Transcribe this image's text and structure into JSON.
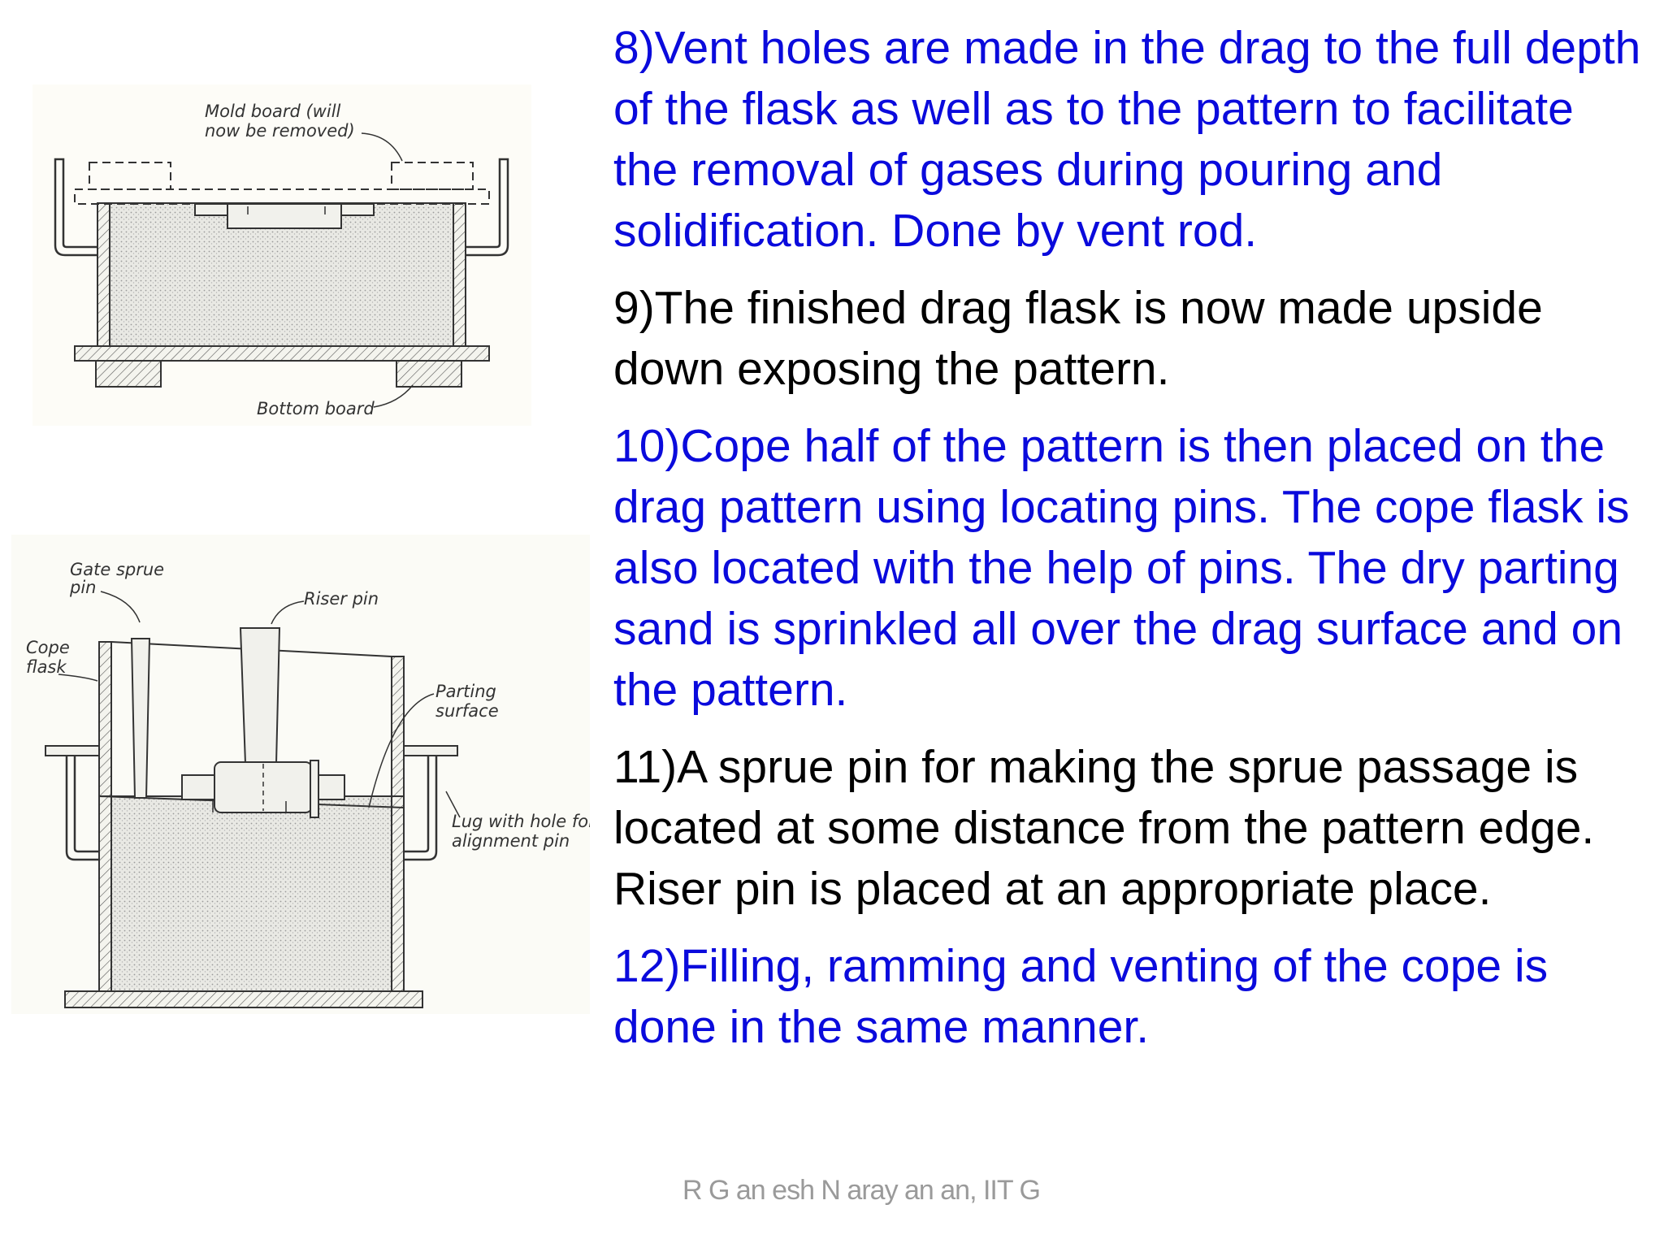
{
  "figure1": {
    "labels": {
      "mold_board": "Mold board (will",
      "mold_board_2": "now be removed)",
      "bottom_board": "Bottom board"
    }
  },
  "figure2": {
    "labels": {
      "gate_sprue": "Gate sprue",
      "gate_sprue_2": "pin",
      "riser_pin": "Riser pin",
      "cope": "Cope",
      "cope_2": "flask",
      "parting": "Parting",
      "parting_2": "surface",
      "lug": "Lug with hole for",
      "lug_2": "alignment pin"
    }
  },
  "steps": [
    {
      "text": "8)Vent holes are made in the drag to the full depth of the flask as well as to the pattern to facilitate the removal of gases during pouring and solidification. Done by vent rod.",
      "color": "#0a0adc"
    },
    {
      "text": "9)The finished drag flask is now made upside down exposing the pattern.",
      "color": "#000000"
    },
    {
      "text": "10)Cope half of the pattern is then placed on the drag pattern using locating pins. The cope flask is also located with the help of pins. The dry parting sand is sprinkled all over the drag surface and on the pattern.",
      "color": "#0a0adc"
    },
    {
      "text": "11)A sprue pin for making the sprue passage is located at some distance from the pattern edge. Riser pin is placed at an appropriate place.",
      "color": "#000000"
    },
    {
      "text": "12)Filling, ramming and venting of the cope is done in the same manner.",
      "color": "#0a0adc"
    }
  ],
  "footer": "R G an esh N aray an an, IIT G"
}
